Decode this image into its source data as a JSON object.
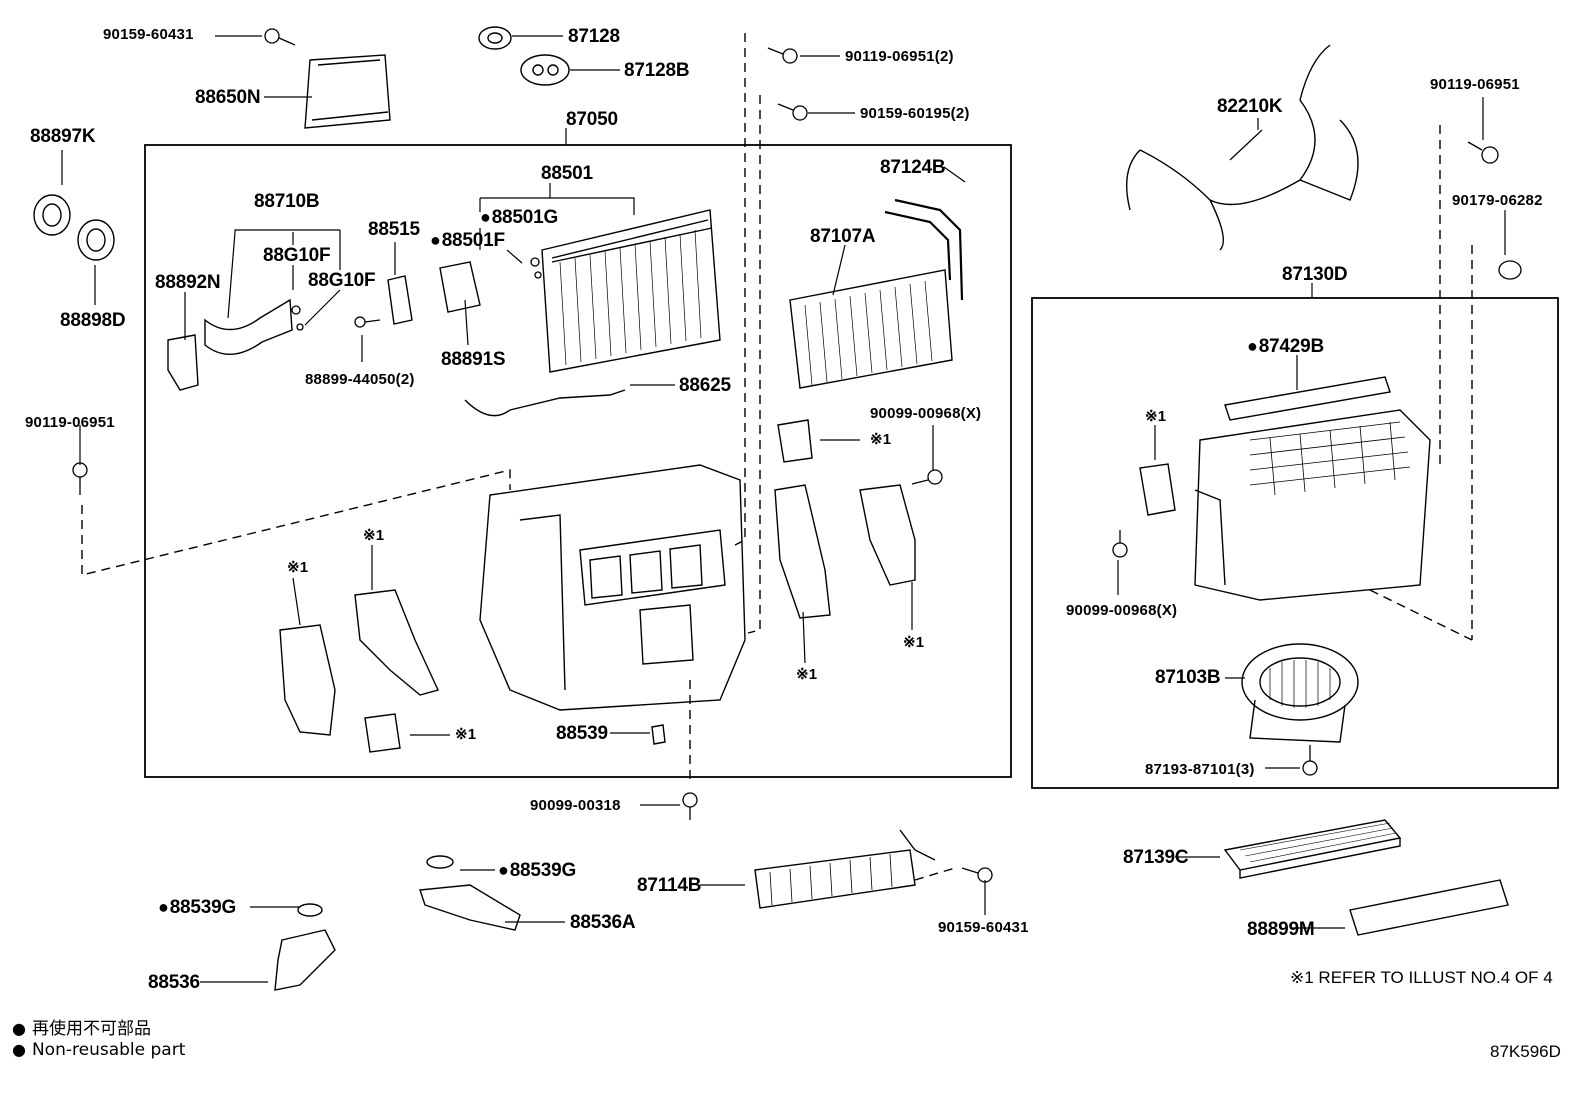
{
  "diagram_code": "87K596D",
  "reference_note": "※1 REFER TO ILLUST NO.4 OF 4",
  "legend": {
    "symbol": "●",
    "japanese": "再使用不可部品",
    "english": "Non-reusable part"
  },
  "groups": {
    "main_box": "87050",
    "blower_box": "87130D"
  },
  "labels": {
    "l90159_60431_top": "90159-60431",
    "l88650N": "88650N",
    "l87128": "87128",
    "l87128B": "87128B",
    "l90119_06951_2": "90119-06951(2)",
    "l90159_60195_2": "90159-60195(2)",
    "l88897K": "88897K",
    "l88898D": "88898D",
    "l88710B": "88710B",
    "l88G10F_a": "88G10F",
    "l88G10F_b": "88G10F",
    "l88892N": "88892N",
    "l88515": "88515",
    "l88501": "88501",
    "l88501G": "88501G",
    "l88501F": "88501F",
    "l88891S": "88891S",
    "l88899_44050": "88899-44050(2)",
    "l88625": "88625",
    "l87124B": "87124B",
    "l87107A": "87107A",
    "l90099_00968_top": "90099-00968(X)",
    "l90119_06951_left": "90119-06951",
    "l82210K": "82210K",
    "l90119_06951_right": "90119-06951",
    "l90179_06282": "90179-06282",
    "l87429B": "87429B",
    "l90099_00968_blower": "90099-00968(X)",
    "l87103B": "87103B",
    "l87193_87101": "87193-87101(3)",
    "l88539": "88539",
    "l90099_00318": "90099-00318",
    "l88539G_a": "88539G",
    "l88539G_b": "88539G",
    "l88536A": "88536A",
    "l88536": "88536",
    "l87114B": "87114B",
    "l90159_60431_bottom": "90159-60431",
    "l87139C": "87139C",
    "l88899M": "88899M",
    "ref1": "※1",
    "ref2": "※1",
    "ref3": "※1",
    "ref4": "※1",
    "ref5": "※1",
    "ref6": "※1",
    "ref7": "※1",
    "ref8": "※1"
  }
}
